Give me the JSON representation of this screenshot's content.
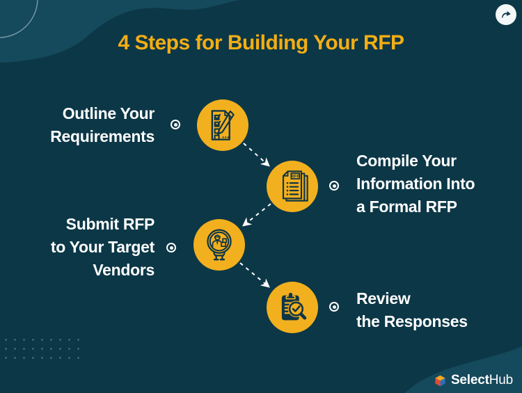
{
  "title": "4 Steps for Building Your RFP",
  "share": {
    "icon": "forward-share-arrow"
  },
  "steps": [
    {
      "id": 1,
      "icon": "checklist-pencil-icon",
      "lines": [
        "Outline Your",
        "Requirements"
      ]
    },
    {
      "id": 2,
      "icon": "rfp-document-stack-icon",
      "doc_label": "RFP",
      "lines": [
        "Compile Your",
        "Information Into",
        "a Formal RFP"
      ]
    },
    {
      "id": 3,
      "icon": "vendor-search-magnifier-icon",
      "lines": [
        "Submit RFP",
        "to Your Target",
        "Vendors"
      ]
    },
    {
      "id": 4,
      "icon": "review-clipboard-check-icon",
      "lines": [
        "Review",
        "the Responses"
      ]
    }
  ],
  "brand": {
    "select": "Select",
    "hub": "Hub"
  },
  "colors": {
    "background": "#0c3747",
    "decor_light": "#15495c",
    "accent_yellow": "#f2b01e",
    "title_gold": "#f3ae14",
    "icon_navy": "#0f3546",
    "text_white": "#ffffff",
    "logo_orange": "#f5a623",
    "logo_red": "#e04b33",
    "logo_blue": "#2f6fb5"
  }
}
